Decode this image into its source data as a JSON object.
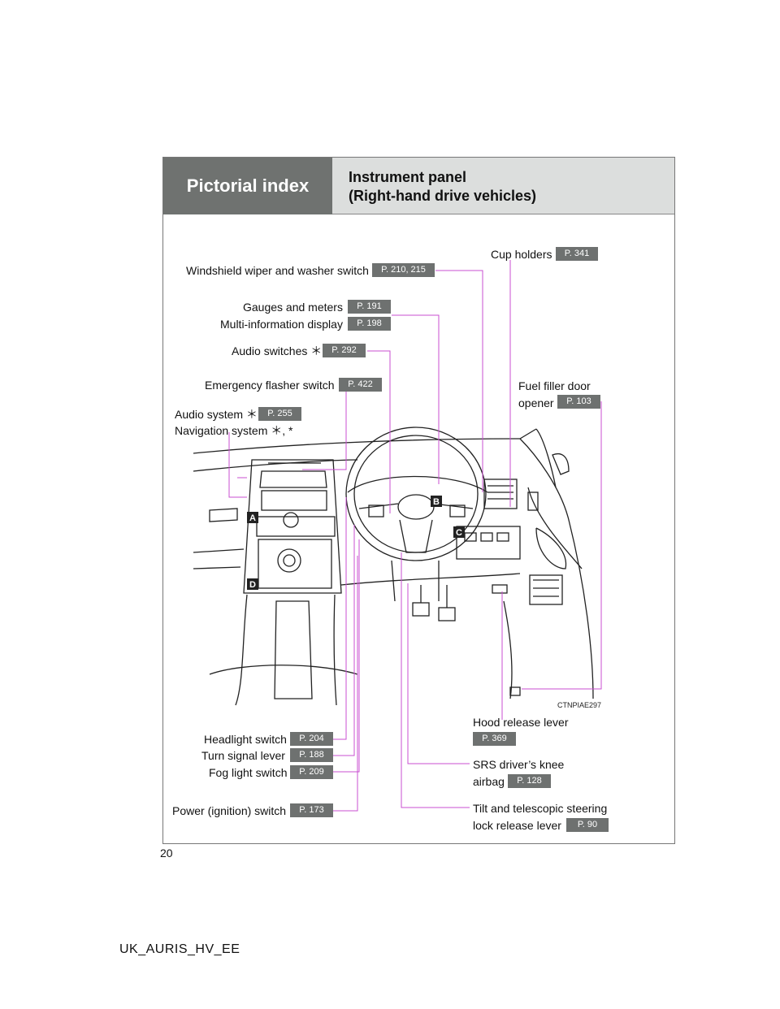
{
  "header": {
    "section": "Pictorial index",
    "title_line1": "Instrument panel",
    "title_line2": "(Right-hand drive vehicles)"
  },
  "labels": {
    "cup_holders": {
      "text": "Cup holders",
      "page": "P. 341"
    },
    "wiper": {
      "text": "Windshield wiper and washer switch",
      "page": "P. 210, 215"
    },
    "gauges": {
      "text": "Gauges and meters",
      "page": "P. 191"
    },
    "multi_info": {
      "text": "Multi-information display",
      "page": "P. 198"
    },
    "audio_switches": {
      "text": "Audio switches ＊",
      "page": "P. 292"
    },
    "emergency": {
      "text": "Emergency flasher switch",
      "page": "P. 422"
    },
    "audio_system": {
      "text": "Audio system ＊",
      "page": "P. 255"
    },
    "navigation": {
      "text": "Navigation system ＊, *"
    },
    "fuel_line1": "Fuel filler door",
    "fuel_line2": {
      "text": "opener",
      "page": "P. 103"
    },
    "headlight": {
      "text": "Headlight switch",
      "page": "P. 204"
    },
    "turn_signal": {
      "text": "Turn signal lever",
      "page": "P. 188"
    },
    "fog_light": {
      "text": "Fog light switch",
      "page": "P. 209"
    },
    "power": {
      "text": "Power (ignition) switch",
      "page": "P. 173"
    },
    "hood_line1": "Hood release lever",
    "hood_page": "P. 369",
    "srs_line1": "SRS driver’s knee",
    "srs_line2": {
      "text": "airbag",
      "page": "P. 128"
    },
    "tilt_line1": "Tilt and telescopic steering",
    "tilt_line2": {
      "text": "lock release lever",
      "page": "P. 90"
    }
  },
  "illustration": {
    "code": "CTNPIAE297",
    "markers": [
      "A",
      "B",
      "C",
      "D"
    ]
  },
  "page_number": "20",
  "footer": "UK_AURIS_HV_EE",
  "colors": {
    "leader": "#c94fd0",
    "header_dark": "#6f7270",
    "header_light": "#dcdedd",
    "page_badge": "#6e7170"
  }
}
